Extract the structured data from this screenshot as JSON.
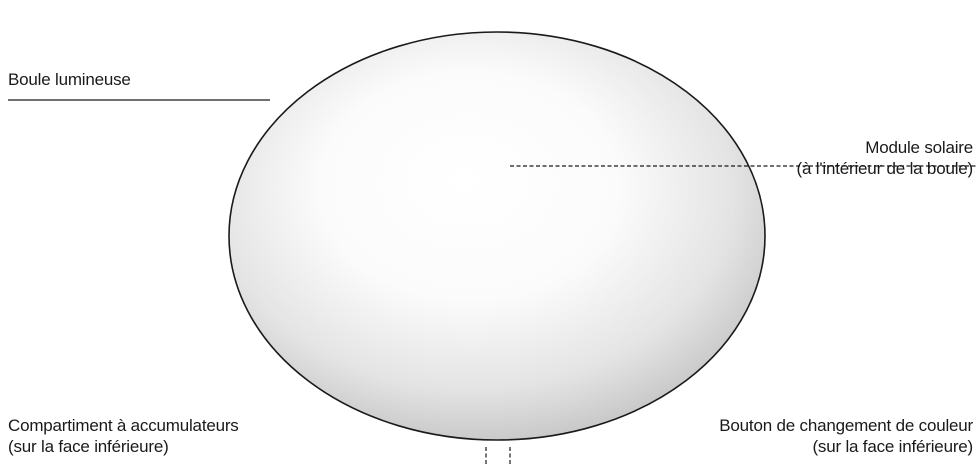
{
  "labels": {
    "boule": {
      "line1": "Boule lumineuse"
    },
    "module": {
      "line1": "Module solaire",
      "line2": "(à l'intérieur de la boule)"
    },
    "compartiment": {
      "line1": "Compartiment à accumulateurs",
      "line2": "(sur la face inférieure)"
    },
    "bouton": {
      "line1": "Bouton de changement de couleur",
      "line2": "(sur la face inférieure)"
    }
  },
  "colors": {
    "outline": "#1a1a1a",
    "fill_center": "#ffffff",
    "fill_edge": "#c9c9c9"
  }
}
